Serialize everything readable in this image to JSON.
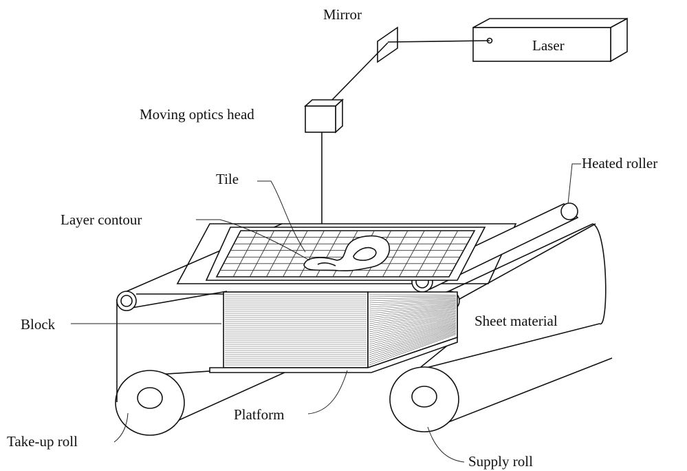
{
  "diagram": {
    "labels": {
      "mirror": "Mirror",
      "laser": "Laser",
      "moving_optics_head": "Moving optics head",
      "heated_roller": "Heated roller",
      "tile": "Tile",
      "layer_contour": "Layer contour",
      "block": "Block",
      "sheet_material": "Sheet material",
      "platform": "Platform",
      "take_up_roll": "Take-up roll",
      "supply_roll": "Supply roll"
    }
  }
}
